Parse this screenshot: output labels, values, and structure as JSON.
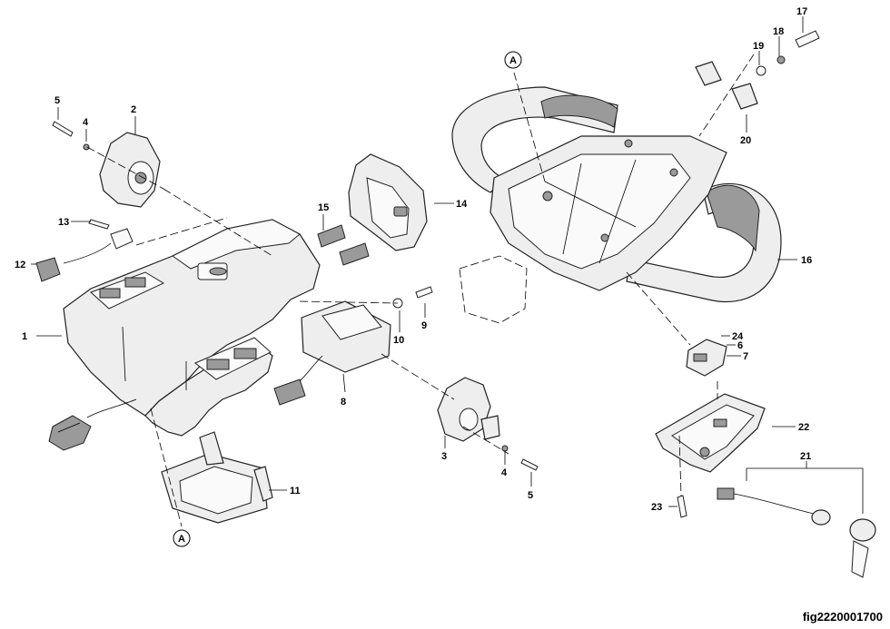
{
  "figure": {
    "id_label": "fig2220001700"
  },
  "callouts": {
    "c1": "1",
    "c2": "2",
    "c3": "3",
    "c4a": "4",
    "c4b": "4",
    "c5a": "5",
    "c5b": "5",
    "c6": "6",
    "c7": "7",
    "c8": "8",
    "c9": "9",
    "c10": "10",
    "c11": "11",
    "c12": "12",
    "c13": "13",
    "c14": "14",
    "c15": "15",
    "c16": "16",
    "c17": "17",
    "c18": "18",
    "c19": "19",
    "c20": "20",
    "c21": "21",
    "c22": "22",
    "c23": "23",
    "c24": "24",
    "refA_top": "A",
    "refA_bottom": "A"
  }
}
